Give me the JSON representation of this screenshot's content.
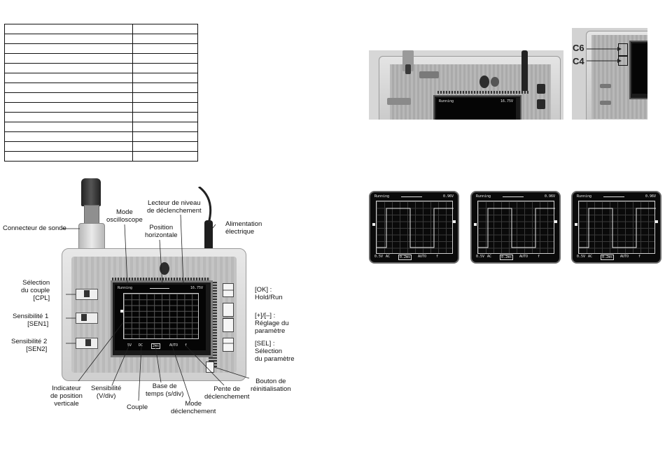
{
  "table": {
    "rows": 14,
    "cols": 2
  },
  "top_photo": {
    "lcd_status": "Running",
    "lcd_value": "16.75V"
  },
  "right_photo": {
    "label_c6": "C6",
    "label_c4": "C4"
  },
  "mini_screens": [
    {
      "status": "Running",
      "value": "0.96V",
      "bottom": [
        "0.5V",
        "AC",
        "0.2ms",
        "AUTO",
        "f"
      ]
    },
    {
      "status": "Running",
      "value": "0.96V",
      "bottom": [
        "0.5V",
        "AC",
        "0.2ms",
        "AUTO",
        "f"
      ]
    },
    {
      "status": "Running",
      "value": "0.96V",
      "bottom": [
        "0.5V",
        "AC",
        "0.2ms",
        "AUTO",
        "f"
      ]
    }
  ],
  "diagram": {
    "lcd_status": "Running",
    "lcd_value": "16.75V",
    "lcd_bottom": [
      "5V",
      "DC",
      "2ms",
      "AUTO",
      "f"
    ],
    "labels": {
      "probe_connector": "Connecteur de sonde",
      "mode_oscilloscope": "Mode\noscilloscope",
      "trigger_level_reader": "Lecteur de niveau\nde déclenchement",
      "horizontal_position": "Position\nhorizontale",
      "power_supply": "Alimentation\nélectrique",
      "coupling_selection": "Sélection\ndu couple\n[CPL]",
      "sensitivity1": "Sensibilité 1\n[SEN1]",
      "sensitivity2": "Sensibilité 2\n[SEN2]",
      "ok_hold_run": "[OK] :\nHold/Run",
      "plus_minus": "[+]/[–] :\nRéglage du\nparamètre",
      "sel": "[SEL] :\nSélection\ndu paramètre",
      "reset_button": "Bouton de\nréinitialisation",
      "vertical_position_indicator": "Indicateur\nde position\nverticale",
      "sensitivity_vdiv": "Sensibilité\n(V/div)",
      "coupling": "Couple",
      "timebase": "Base de\ntemps (s/div)",
      "trigger_mode": "Mode\ndéclenchement",
      "trigger_slope": "Pente de\ndéclenchement"
    }
  }
}
